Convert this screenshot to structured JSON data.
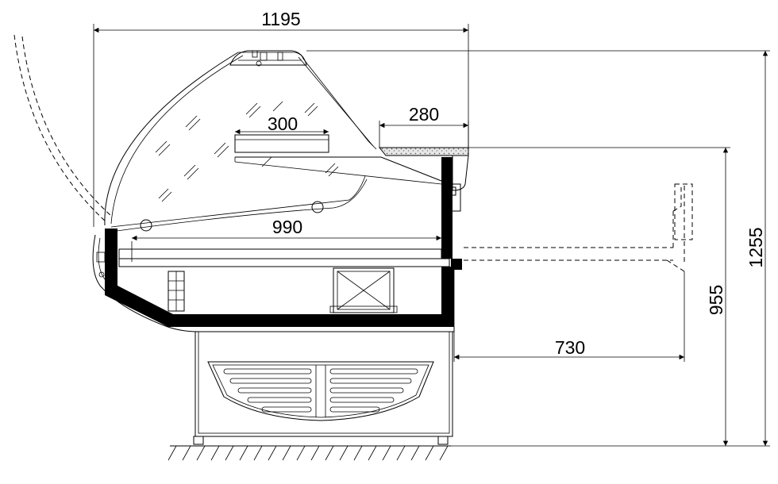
{
  "dimensions": {
    "overall_depth": "1195",
    "upper_shelf_depth": "300",
    "worktop_depth": "280",
    "display_depth": "990",
    "base_extension": "730",
    "worktop_height": "955",
    "total_height": "1255"
  },
  "colors": {
    "line": "#000000",
    "background": "#ffffff",
    "insulation_wall": "#000000",
    "worktop_fill": "#c8c8c8"
  }
}
